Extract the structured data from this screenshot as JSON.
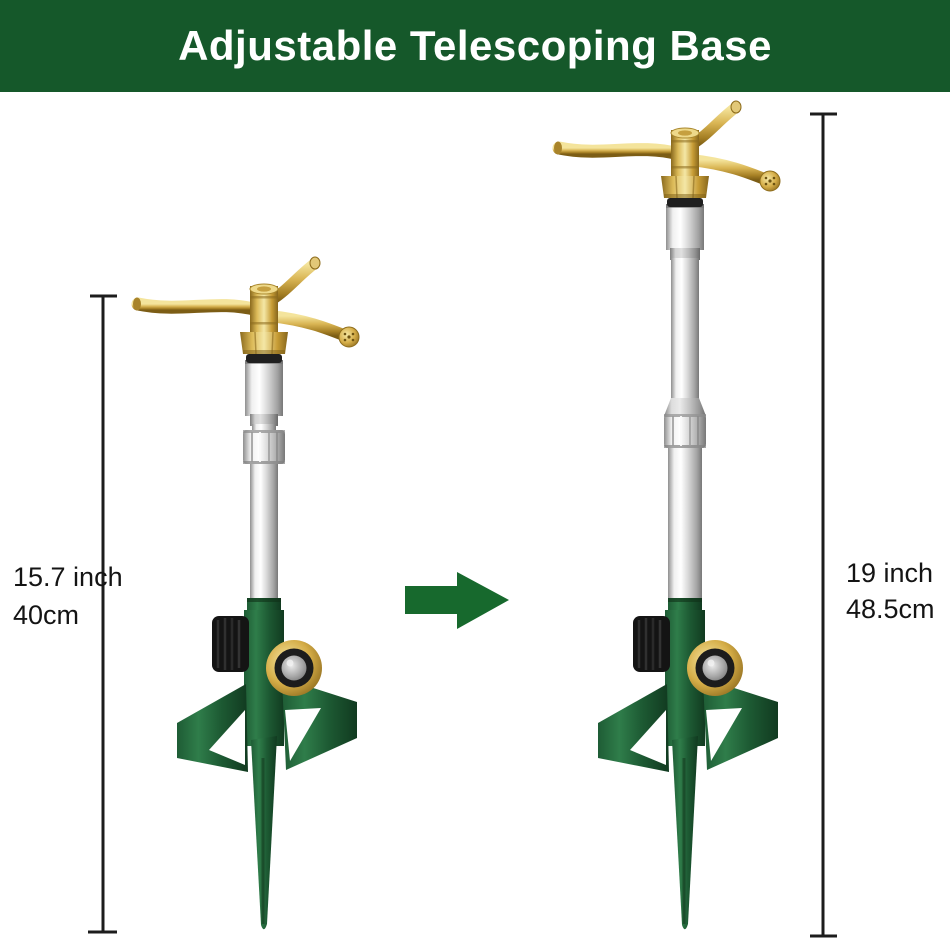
{
  "header": {
    "title": "Adjustable Telescoping Base"
  },
  "products": {
    "collapsed": {
      "name": "sprinkler-collapsed",
      "height_inch": "15.7 inch",
      "height_cm": "40cm"
    },
    "extended": {
      "name": "sprinkler-extended",
      "height_inch": "19 inch",
      "height_cm": "48.5cm"
    }
  },
  "icons": {
    "arrow": "arrow-right-icon"
  },
  "colors": {
    "banner_green": "#15582a",
    "arrow_green": "#17692d",
    "base_green": "#1d5a33",
    "brass": "#cfa43e",
    "chrome": "#d6d6d6",
    "dimension_line": "#1c1c1c",
    "text": "#141414",
    "background": "#ffffff"
  }
}
